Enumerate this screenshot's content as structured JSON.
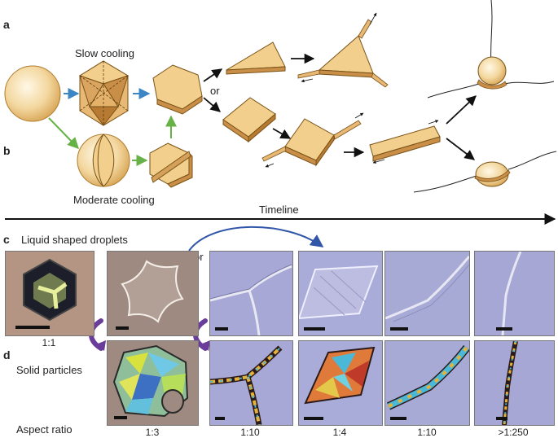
{
  "panels": {
    "a": "a",
    "b": "b",
    "c": "c",
    "d": "d"
  },
  "top": {
    "slow_cooling": "Slow cooling",
    "moderate_cooling": "Moderate cooling",
    "or": "or",
    "timeline": "Timeline"
  },
  "bottom": {
    "liquid_shaped_droplets": "Liquid shaped droplets",
    "or": "or",
    "solid_particles": "Solid particles",
    "aspect_ratio_label": "Aspect ratio",
    "ratios": [
      "1:1",
      "1:3",
      "1:10",
      "1:4",
      "1:10",
      ">1:250"
    ]
  },
  "colors": {
    "crystal_fill": "#f2cf8c",
    "crystal_edge": "#b07c2e",
    "arrow_blue": "#3d86c6",
    "arrow_green": "#66b246",
    "curve_arrow_blue": "#2f56a8",
    "curve_arrow_purple": "#6a3d9a",
    "micrograph_bg": "#a7a8d6",
    "micrograph_brown": "#9e8a80"
  }
}
